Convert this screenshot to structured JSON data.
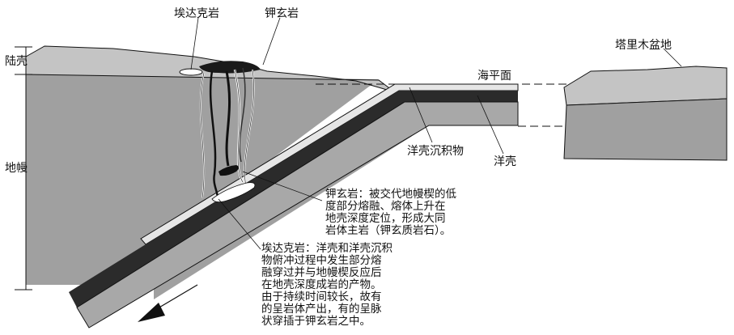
{
  "labels": {
    "adakite": "埃达克岩",
    "shoshonite": "钾玄岩",
    "continental_crust": "陆壳",
    "mantle": "地幔",
    "sea_level": "海平面",
    "tarim_basin": "塔里木盆地",
    "oceanic_sediment": "洋壳沉积物",
    "oceanic_crust": "洋壳"
  },
  "notes": {
    "shoshonite_lines": [
      "钾玄岩：被交代地幔楔的低",
      "度部分熔融、熔体上升在",
      "地壳深度定位，形成大同",
      "岩体主岩（钾玄质岩石）。"
    ],
    "adakite_lines": [
      "埃达克岩：洋壳和洋壳沉积",
      "物俯冲过程中发生部分熔",
      "融穿过并与地幔楔反应后",
      "在地壳深度成岩的产物。",
      "由于持续时间较长，故有",
      "的呈岩体产出，有的呈脉",
      "状穿插于钾玄岩之中。"
    ]
  },
  "colors": {
    "mantle": "#a0a0a0",
    "crust": "#c4c4c4",
    "oceanic_crust": "#2b2b2b",
    "sediment": "#e6e6e6",
    "line": "#111111"
  }
}
